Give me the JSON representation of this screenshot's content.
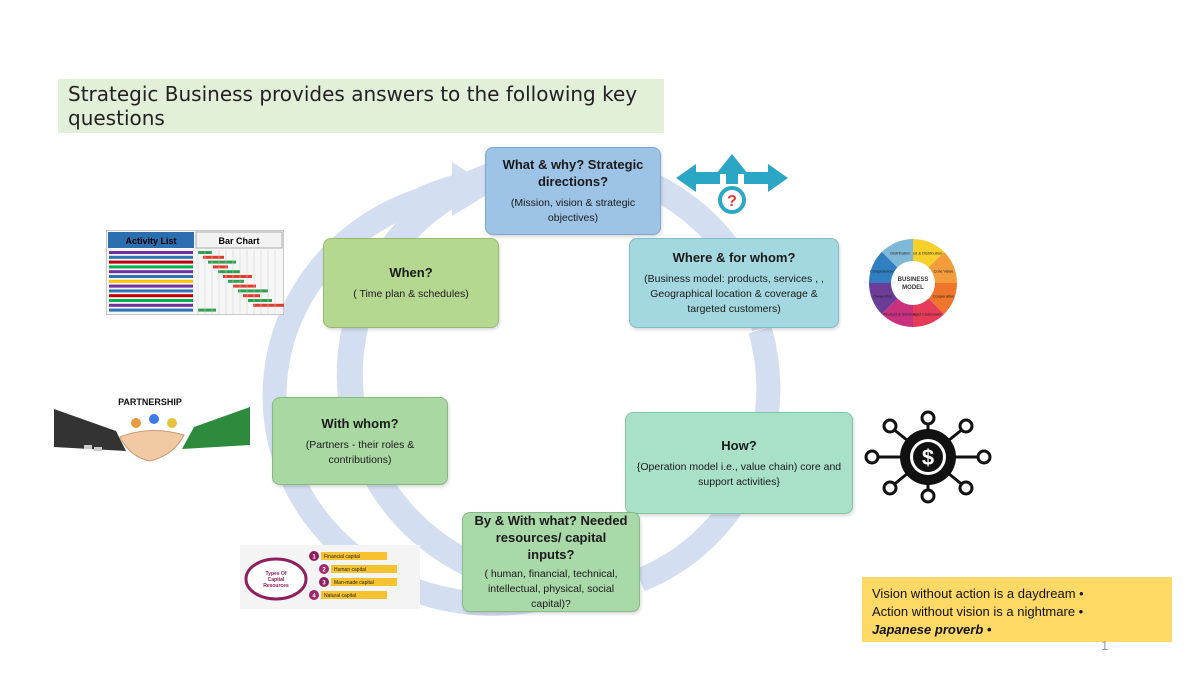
{
  "title": "Strategic Business provides answers to the following key questions",
  "nodes": {
    "what": {
      "heading": "What & why? Strategic directions?",
      "detail": "(Mission, vision & strategic objectives)"
    },
    "where": {
      "heading": "Where & for whom?",
      "detail": "(Business model: products, services , , Geographical location & coverage & targeted customers)"
    },
    "how": {
      "heading": "How?",
      "detail": "{Operation model  i.e., value chain) core and support activities}"
    },
    "by": {
      "heading": "By & With what? Needed resources/ capital inputs?",
      "detail": "( human,  financial, technical, intellectual, physical, social capital)?"
    },
    "with": {
      "heading": "With whom?",
      "detail": "(Partners - their roles & contributions)"
    },
    "when": {
      "heading": "When?",
      "detail": "( Time plan & schedules)"
    }
  },
  "quote": {
    "line1": "Vision without action is a daydream •",
    "line2": "Action without vision is a nightmare •",
    "line3": "Japanese proverb •"
  },
  "page_number": "1",
  "images": {
    "gantt": {
      "icon": "gantt-chart-image",
      "label_left": "Activity List",
      "label_right": "Bar Chart"
    },
    "business_model": {
      "icon": "business-model-wheel-image",
      "center": "BUSINESS MODEL",
      "segments": [
        "Cost & Distribution",
        "Core Value",
        "Cooperation",
        "Target Customers",
        "Product & Services",
        "Ownership",
        "Competencies",
        "Distribution"
      ]
    },
    "partnership": {
      "icon": "partnership-handshake-image",
      "label": "PARTNERSHIP"
    },
    "capital": {
      "icon": "capital-resources-image",
      "center": "Types Of Capital Resources",
      "items": [
        "Financial capital",
        "Human capital",
        "Man-made capital",
        "Natural capital"
      ]
    },
    "directions": {
      "icon": "direction-arrows-icon"
    },
    "money": {
      "icon": "dollar-network-icon"
    }
  },
  "colors": {
    "what": "#9dc3e6",
    "where": "#a4d8e0",
    "how": "#a8e0c8",
    "by": "#a9d8a9",
    "with": "#a9d8a2",
    "when": "#b5d891",
    "cycle_arrow": "#d3dff0",
    "title_bg": "#e2efd9",
    "quote_bg": "#ffd966"
  }
}
